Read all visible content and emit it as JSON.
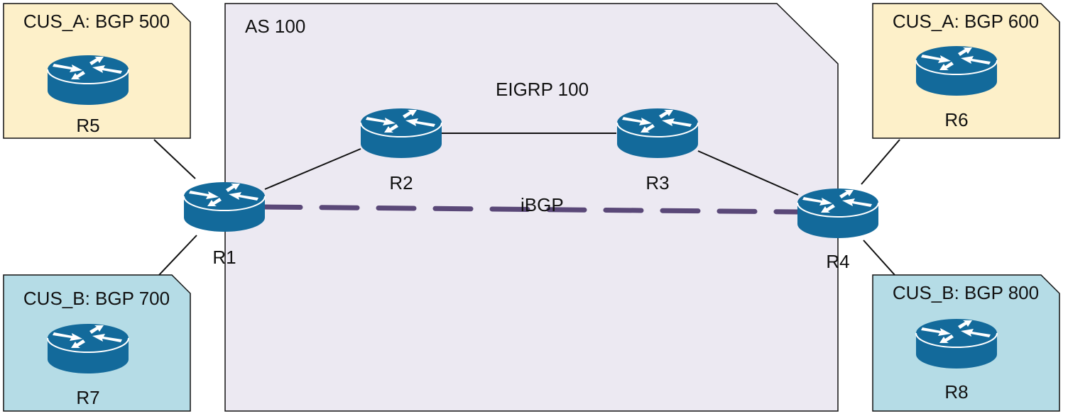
{
  "colors": {
    "as_area_fill": "#ECE9F2",
    "cus_a_fill": "#FDF0C9",
    "cus_b_fill": "#B5DCE6",
    "router_fill": "#136A9B",
    "router_highlight": "#FFFFFF",
    "ibgp_line": "#5A4878",
    "link_line": "#111111",
    "border": "#111111"
  },
  "as_area": {
    "label": "AS 100",
    "protocol_label": "EIGRP 100"
  },
  "customer_boxes": [
    {
      "id": "cus-a-500",
      "label": "CUS_A: BGP 500",
      "router": "R5",
      "type": "cus_a"
    },
    {
      "id": "cus-a-600",
      "label": "CUS_A: BGP 600",
      "router": "R6",
      "type": "cus_a"
    },
    {
      "id": "cus-b-700",
      "label": "CUS_B: BGP 700",
      "router": "R7",
      "type": "cus_b"
    },
    {
      "id": "cus-b-800",
      "label": "CUS_B: BGP 800",
      "router": "R8",
      "type": "cus_b"
    }
  ],
  "routers": [
    {
      "id": "R1",
      "label": "R1"
    },
    {
      "id": "R2",
      "label": "R2"
    },
    {
      "id": "R3",
      "label": "R3"
    },
    {
      "id": "R4",
      "label": "R4"
    },
    {
      "id": "R5",
      "label": "R5"
    },
    {
      "id": "R6",
      "label": "R6"
    },
    {
      "id": "R7",
      "label": "R7"
    },
    {
      "id": "R8",
      "label": "R8"
    }
  ],
  "links": [
    {
      "from": "R1",
      "to": "R2",
      "style": "solid"
    },
    {
      "from": "R2",
      "to": "R3",
      "style": "solid"
    },
    {
      "from": "R3",
      "to": "R4",
      "style": "solid"
    },
    {
      "from": "R1",
      "to": "R5",
      "style": "solid"
    },
    {
      "from": "R1",
      "to": "R7",
      "style": "solid"
    },
    {
      "from": "R4",
      "to": "R6",
      "style": "solid"
    },
    {
      "from": "R4",
      "to": "R8",
      "style": "solid"
    },
    {
      "from": "R1",
      "to": "R4",
      "style": "dashed",
      "label": "iBGP"
    }
  ]
}
